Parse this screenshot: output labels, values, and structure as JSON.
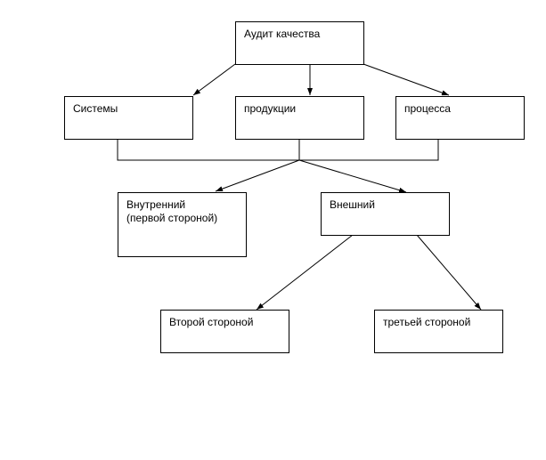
{
  "nodes": {
    "audit": {
      "label": "Аудит качества"
    },
    "systems": {
      "label": "Системы"
    },
    "products": {
      "label": "продукции"
    },
    "process": {
      "label": "процесса"
    },
    "internal": {
      "label": "Внутренний",
      "sublabel": "(первой стороной)"
    },
    "external": {
      "label": "Внешний"
    },
    "second_party": {
      "label": "Второй стороной"
    },
    "third_party": {
      "label": "третьей стороной"
    }
  }
}
